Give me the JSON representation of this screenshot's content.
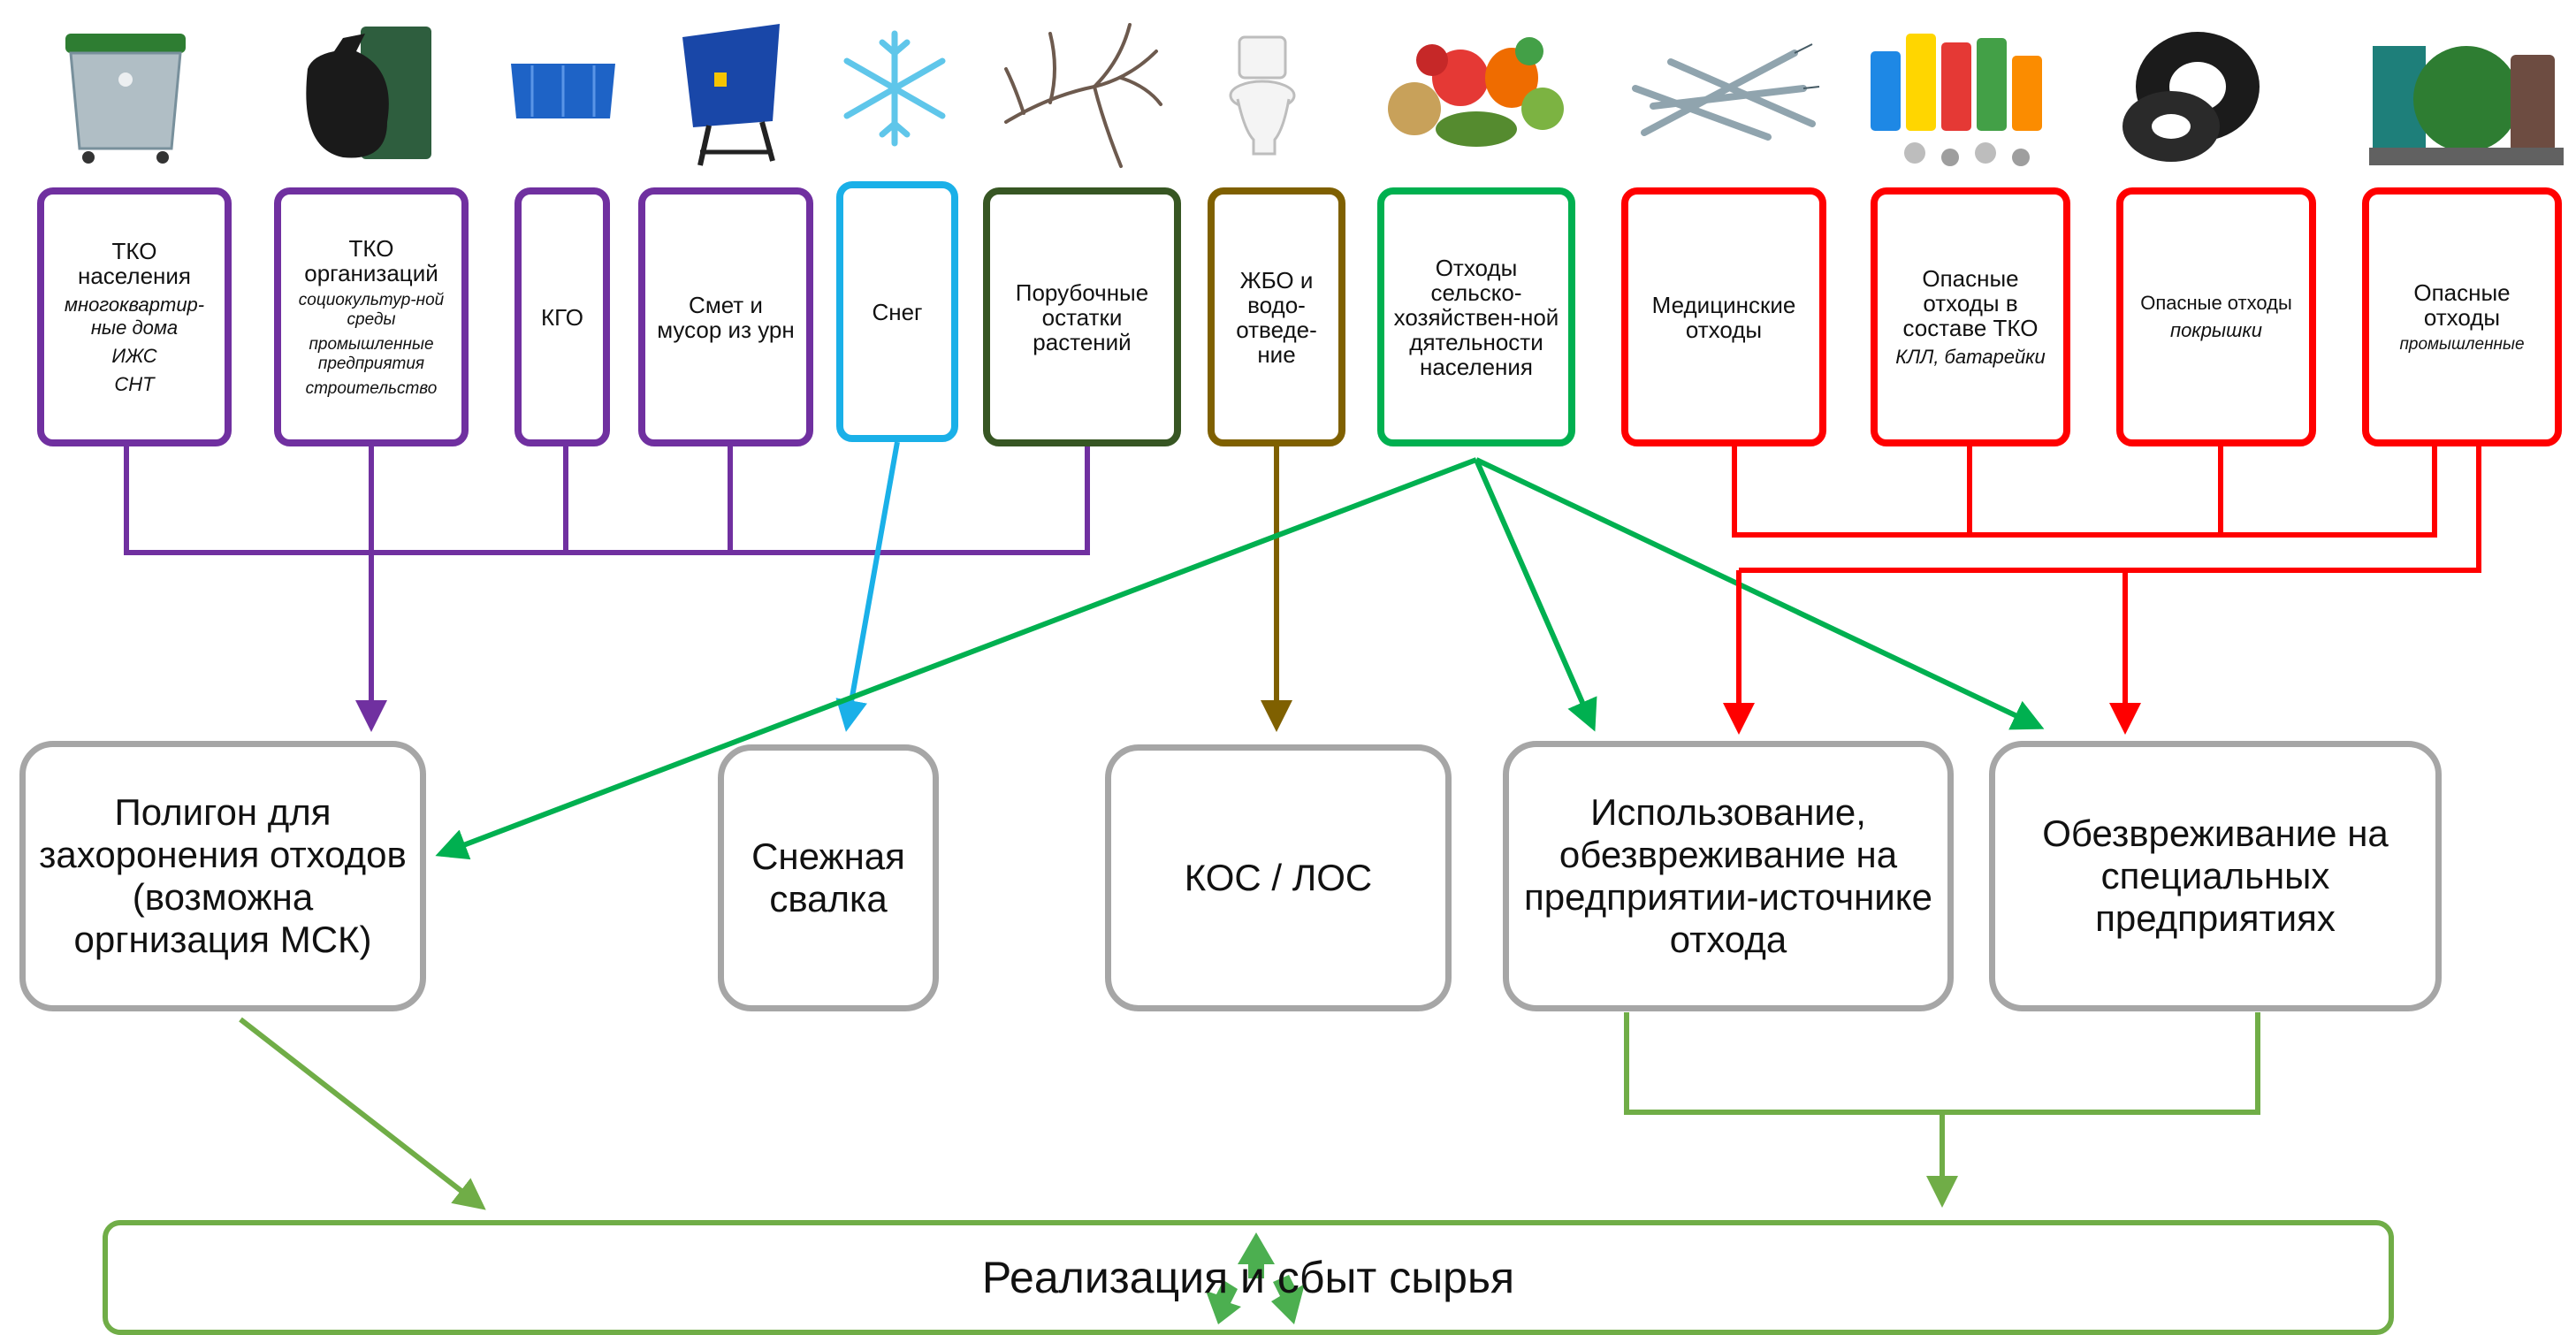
{
  "colors": {
    "purple": "#7030a0",
    "cyan": "#1ab0e8",
    "darkgreen": "#375623",
    "brown": "#7f6000",
    "green": "#00b050",
    "red": "#ff0000",
    "lightgreen": "#70ad47",
    "gray": "#a6a6a6"
  },
  "sources": [
    {
      "title": "ТКО населения",
      "sub": [
        "многоквартир-ные дома",
        "ИЖС",
        "СНТ"
      ],
      "color": "purple",
      "icon": "waste-container-icon"
    },
    {
      "title": "ТКО организаций",
      "sub": [
        "социокультур-ной среды",
        "промышленные предприятия",
        "строительство"
      ],
      "color": "purple",
      "icon": "garbage-bag-icon"
    },
    {
      "title": "КГО",
      "sub": [],
      "color": "purple",
      "icon": "bulky-container-icon"
    },
    {
      "title": "Смет и мусор из урн",
      "sub": [],
      "color": "purple",
      "icon": "street-bin-icon"
    },
    {
      "title": "Снег",
      "sub": [],
      "color": "cyan",
      "icon": "snowflake-icon"
    },
    {
      "title": "Порубочные остатки растений",
      "sub": [],
      "color": "darkgreen",
      "icon": "branches-icon"
    },
    {
      "title": "ЖБО и водо-отведе-ние",
      "sub": [],
      "color": "brown",
      "icon": "toilet-icon"
    },
    {
      "title": "Отходы сельско-хозяйствен-ной дятельности населения",
      "sub": [],
      "color": "green",
      "icon": "vegetables-icon"
    },
    {
      "title": "Медицинские отходы",
      "sub": [],
      "color": "red",
      "icon": "syringes-icon"
    },
    {
      "title": "Опасные отходы в составе ТКО",
      "sub": [
        "КЛЛ, батарейки"
      ],
      "color": "red",
      "icon": "batteries-icon"
    },
    {
      "title": "Опасные отходы",
      "sub": [
        "покрышки"
      ],
      "color": "red",
      "icon": "tires-icon"
    },
    {
      "title": "Опасные отходы",
      "sub": [
        "промышленные"
      ],
      "color": "red",
      "icon": "industrial-tanks-icon"
    }
  ],
  "destinations": [
    {
      "label": "Полигон для захоронения отходов (возможна оргнизация МСК)"
    },
    {
      "label": "Снежная свалка"
    },
    {
      "label": "КОС / ЛОС"
    },
    {
      "label": "Использование, обезвреживание на предприятии-источнике отхода"
    },
    {
      "label": "Обезвреживание на специальных предприятиях"
    }
  ],
  "final": {
    "label": "Реализация и сбыт сырья",
    "icon": "recycle-icon"
  }
}
